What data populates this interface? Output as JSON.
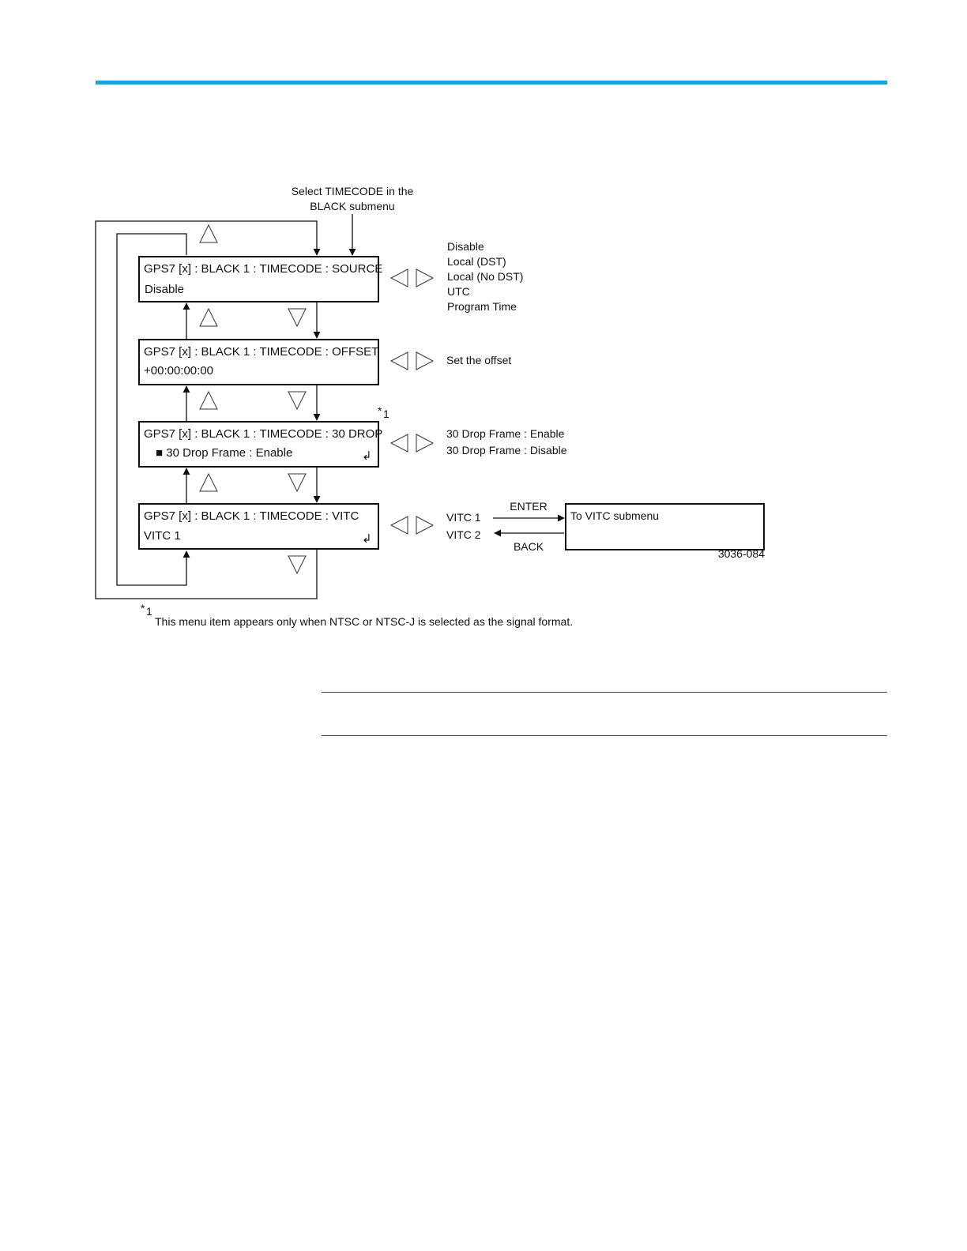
{
  "colors": {
    "accent_rule": "#1ba6cf",
    "line": "#111111"
  },
  "entry": {
    "line1": "Select TIMECODE in the",
    "line2": "BLACK submenu"
  },
  "menus": [
    {
      "id": "source",
      "title": "GPS7 [x] : BLACK 1 : TIMECODE : SOURCE",
      "value": "Disable",
      "enter_symbol": ""
    },
    {
      "id": "offset",
      "title": "GPS7 [x] : BLACK 1 : TIMECODE : OFFSET",
      "value": "+00:00:00:00",
      "enter_symbol": ""
    },
    {
      "id": "drop",
      "title": "GPS7 [x] : BLACK 1 : TIMECODE : 30 DROP",
      "value": "■  30 Drop Frame : Enable",
      "enter_symbol": "↲"
    },
    {
      "id": "vitc",
      "title": "GPS7 [x] : BLACK 1 : TIMECODE : VITC",
      "value": "VITC 1",
      "enter_symbol": "↲"
    }
  ],
  "options": {
    "source": [
      "Disable",
      "Local (DST)",
      "Local (No DST)",
      "UTC",
      "Program Time"
    ],
    "offset": [
      "Set the offset"
    ],
    "drop": [
      "30 Drop Frame : Enable",
      "30 Drop Frame : Disable"
    ],
    "vitc": [
      "VITC 1",
      "VITC 2"
    ]
  },
  "submenu": {
    "enter_label": "ENTER",
    "back_label": "BACK",
    "target": "To VITC submenu",
    "figure_id": "3036-084"
  },
  "footnote": {
    "marker": "*",
    "number": "1",
    "text": "This menu item appears only when NTSC or NTSC-J is selected as the signal format."
  }
}
